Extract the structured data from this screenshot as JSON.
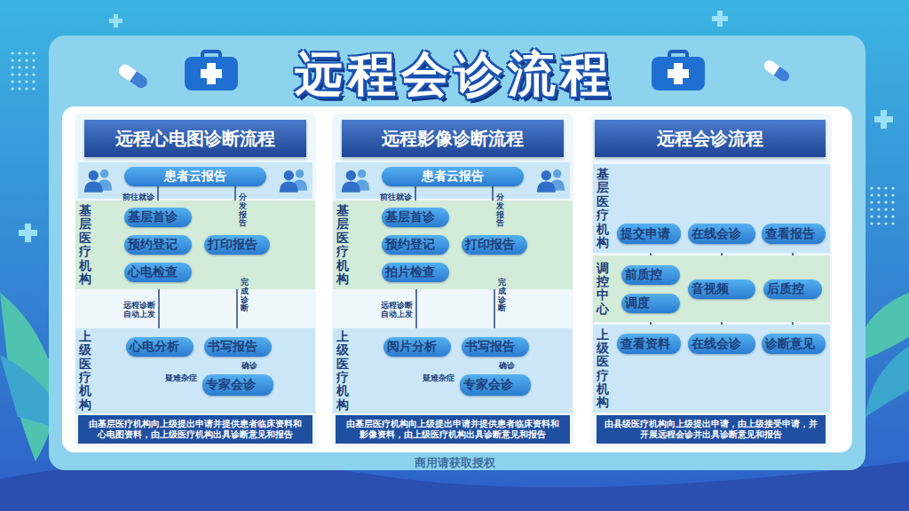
{
  "diagram": {
    "title": "远程会诊流程",
    "nodes": [
      {
        "text": [
          "远程心电图诊断流程"
        ]
      },
      {
        "text": [
          "患者云报告"
        ]
      },
      {
        "text": [
          "基层医疗机构"
        ]
      },
      {
        "text": [
          "基层首诊"
        ],
        "in": 2
      },
      {
        "text": [
          "预约登记"
        ],
        "in": 2
      },
      {
        "text": [
          "心电检查"
        ],
        "in": 2
      },
      {
        "text": [
          "打印报告"
        ],
        "in": 2
      },
      {
        "text": [
          "上级医疗机构"
        ]
      },
      {
        "text": [
          "心电分析"
        ],
        "in": 7
      },
      {
        "text": [
          "书写报告"
        ],
        "in": 7
      },
      {
        "text": [
          "专家会诊"
        ],
        "in": 7
      },
      {
        "text": [
          "由基层医疗机构向上级提出申请并提供患者临床资料和心电图资料，由上级医疗机构出具诊断意见和报告"
        ]
      },
      {
        "text": [
          "远程影像诊断流程"
        ]
      },
      {
        "text": [
          "患者云报告"
        ]
      },
      {
        "text": [
          "基层医疗机构"
        ]
      },
      {
        "text": [
          "基层首诊"
        ],
        "in": 14
      },
      {
        "text": [
          "预约登记"
        ],
        "in": 14
      },
      {
        "text": [
          "拍片检查"
        ],
        "in": 14
      },
      {
        "text": [
          "打印报告"
        ],
        "in": 14
      },
      {
        "text": [
          "上级医疗机构"
        ]
      },
      {
        "text": [
          "阅片分析"
        ],
        "in": 19
      },
      {
        "text": [
          "书写报告"
        ],
        "in": 19
      },
      {
        "text": [
          "专家会诊"
        ],
        "in": 19
      },
      {
        "text": [
          "由基层医疗机构向上级提出申请并提供患者临床资料和影像资料，由上级医疗机构出具诊断意见和报告"
        ]
      },
      {
        "text": [
          "远程会诊流程"
        ]
      },
      {
        "text": [
          "基层医疗机构"
        ]
      },
      {
        "text": [
          "提交申请"
        ],
        "in": 25
      },
      {
        "text": [
          "在线会诊"
        ],
        "in": 25
      },
      {
        "text": [
          "查看报告"
        ],
        "in": 25
      },
      {
        "text": [
          "调控中心"
        ]
      },
      {
        "text": [
          "前质控"
        ],
        "in": 29
      },
      {
        "text": [
          "调度"
        ],
        "in": 29
      },
      {
        "text": [
          "音视频"
        ],
        "in": 29
      },
      {
        "text": [
          "后质控"
        ],
        "in": 29
      },
      {
        "text": [
          "上级医疗机构"
        ]
      },
      {
        "text": [
          "查看资料"
        ],
        "in": 34
      },
      {
        "text": [
          "在线会诊"
        ],
        "in": 34
      },
      {
        "text": [
          "诊断意见"
        ],
        "in": 34
      },
      {
        "text": [
          "由县级医疗机构向上级提出申请，由上级接受申请，并开展远程会诊并出具诊断意见和报告"
        ]
      }
    ],
    "edges": [
      {
        "from": 1,
        "to": 3,
        "label": "前往就诊",
        "arrow": "to"
      },
      {
        "from": 1,
        "to": 6,
        "label": "分发报告",
        "arrow": "to"
      },
      {
        "from": 5,
        "to": 8,
        "label": "远程诊断自动上发",
        "arrow": "to"
      },
      {
        "from": 9,
        "to": 6,
        "label": "完成诊断",
        "arrow": "to"
      },
      {
        "from": 8,
        "to": 10,
        "label": "疑难杂症",
        "arrow": "to"
      },
      {
        "from": 9,
        "to": 10,
        "label": "确诊",
        "arrow": "to"
      },
      {
        "from": 13,
        "to": 15,
        "label": "前往就诊",
        "arrow": "to"
      },
      {
        "from": 13,
        "to": 18,
        "label": "分发报告",
        "arrow": "to"
      },
      {
        "from": 17,
        "to": 20,
        "label": "远程诊断自动上发",
        "arrow": "to"
      },
      {
        "from": 21,
        "to": 18,
        "label": "完成诊断",
        "arrow": "to"
      },
      {
        "from": 20,
        "to": 22,
        "label": "疑难杂症",
        "arrow": "to"
      },
      {
        "from": 21,
        "to": 22,
        "label": "确诊",
        "arrow": "to"
      },
      {
        "from": 26,
        "to": 30,
        "arrow": "to"
      },
      {
        "from": 31,
        "to": 35,
        "arrow": "to"
      },
      {
        "from": 27,
        "to": 32,
        "arrow": "to"
      },
      {
        "from": 32,
        "to": 36,
        "arrow": "to"
      },
      {
        "from": 37,
        "to": 33,
        "arrow": "to"
      },
      {
        "from": 33,
        "to": 28,
        "arrow": "to"
      }
    ],
    "labels": [
      "商用请获取授权"
    ]
  }
}
